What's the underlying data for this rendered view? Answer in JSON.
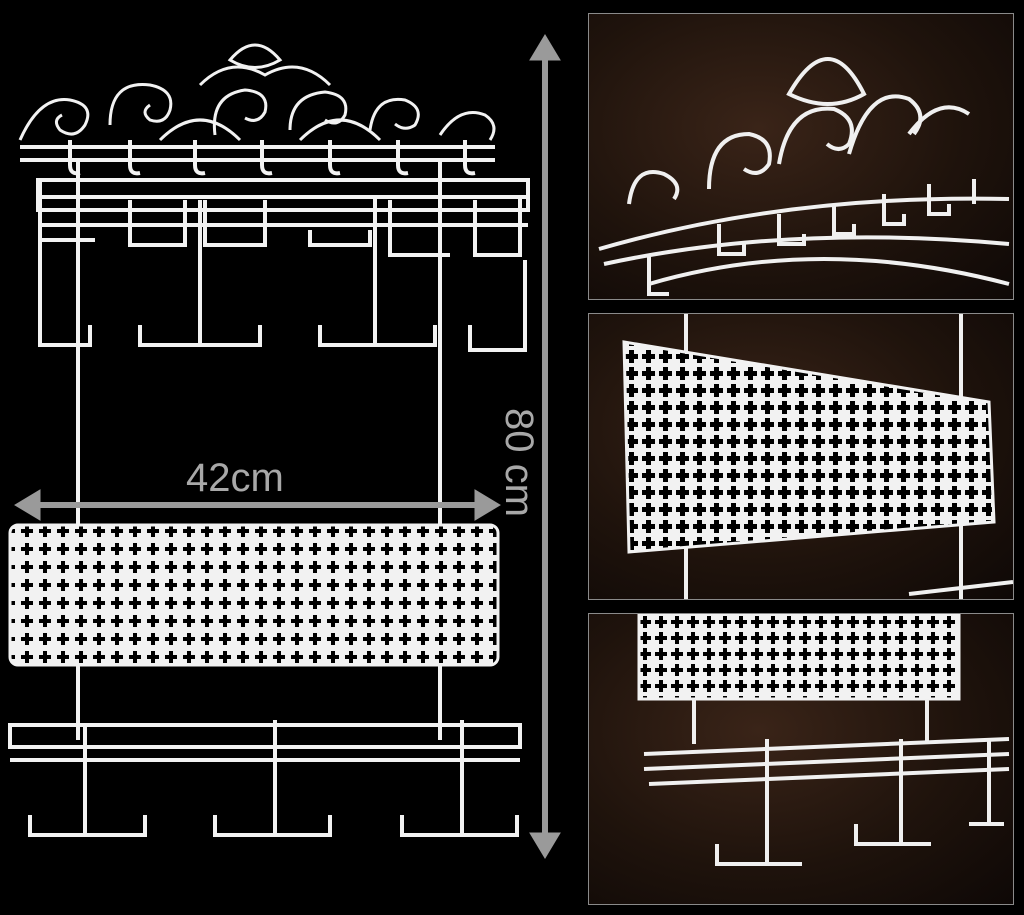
{
  "dimensions": {
    "width_label": "42cm",
    "height_label": "80 cm"
  },
  "panels": [
    {
      "name": "crest-detail"
    },
    {
      "name": "mesh-panel-detail"
    },
    {
      "name": "bottom-shelf-detail"
    }
  ],
  "colors": {
    "background": "#000000",
    "rack_white": "#f2f2f2",
    "arrow_gray": "#9a9a9a",
    "panel_brown": "#24150d"
  }
}
